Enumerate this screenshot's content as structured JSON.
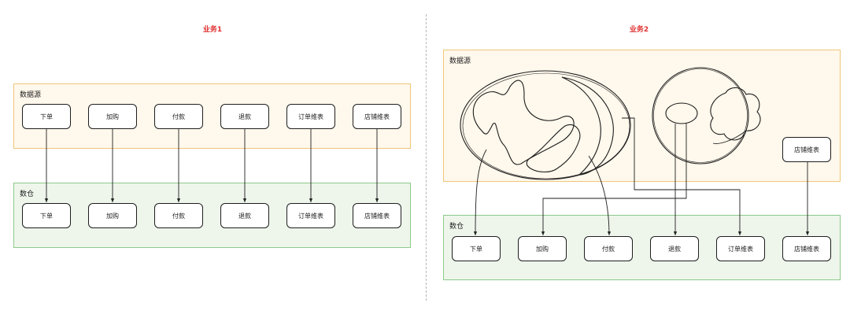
{
  "left": {
    "title": "业务1",
    "source_panel_label": "数据源",
    "warehouse_panel_label": "数仓",
    "source_nodes": [
      "下单",
      "加购",
      "付款",
      "退款",
      "订单维表",
      "店铺维表"
    ],
    "warehouse_nodes": [
      "下单",
      "加购",
      "付款",
      "退款",
      "订单维表",
      "店铺维表"
    ]
  },
  "right": {
    "title": "业务2",
    "source_panel_label": "数据源",
    "warehouse_panel_label": "数仓",
    "source_node": "店铺维表",
    "warehouse_nodes": [
      "下单",
      "加购",
      "付款",
      "退款",
      "订单维表",
      "店铺维表"
    ]
  },
  "colors": {
    "title": "#e03131",
    "source_fill": "#fff8ec",
    "source_border": "#f0c67a",
    "warehouse_fill": "#eef6ec",
    "warehouse_border": "#8dc98a",
    "stroke": "#1e1e1e"
  }
}
